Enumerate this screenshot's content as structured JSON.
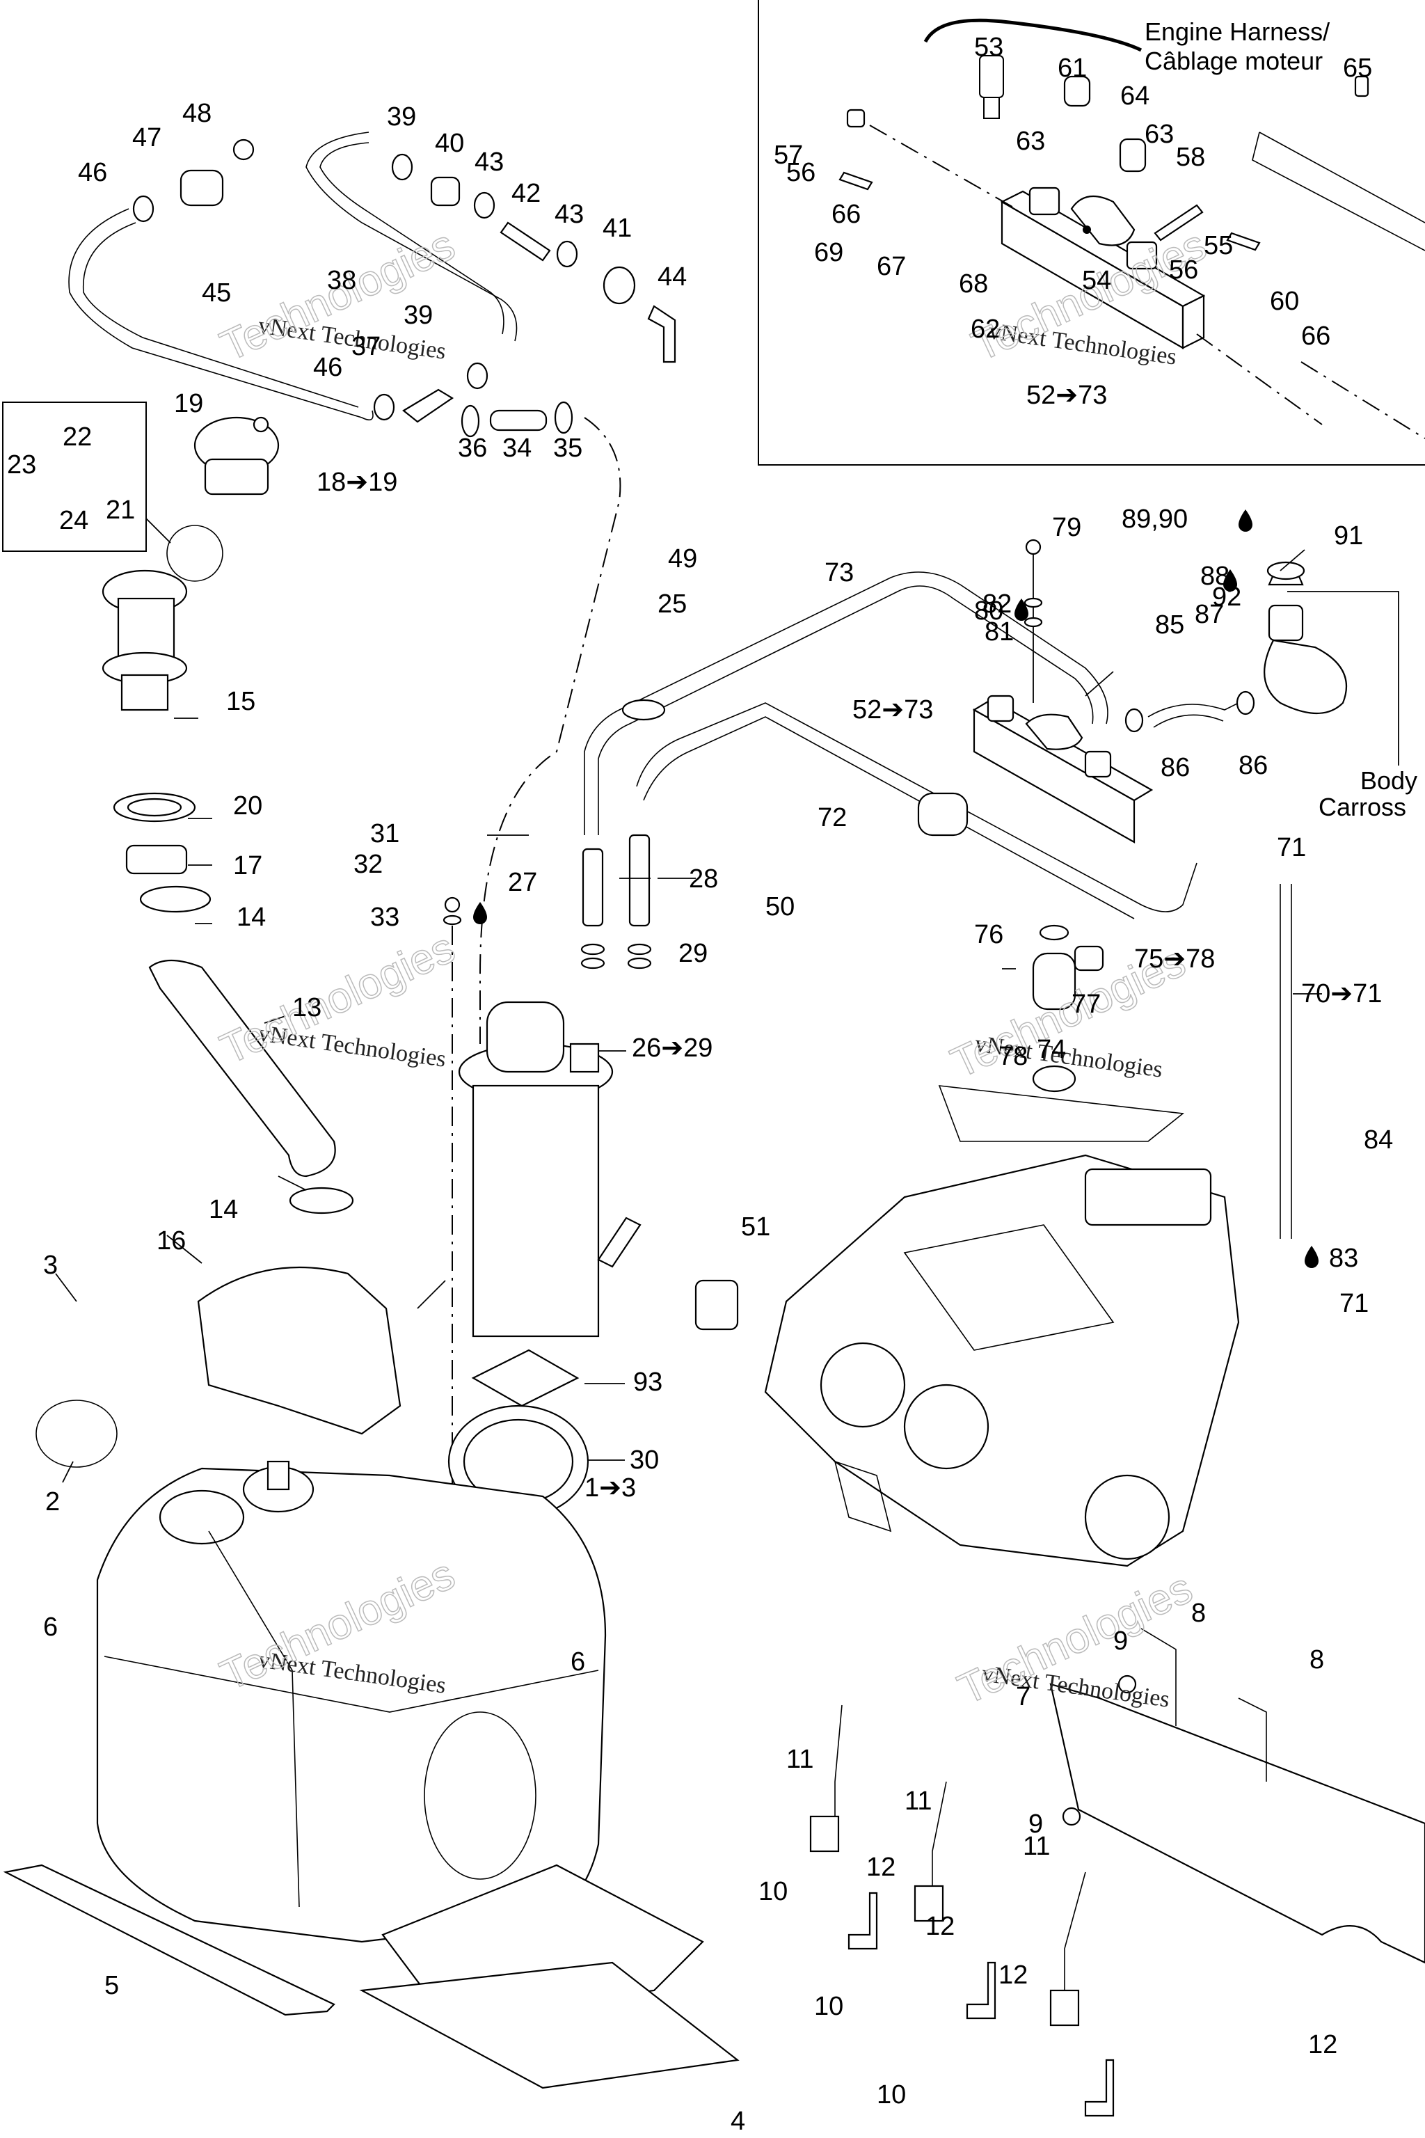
{
  "diagram": {
    "title": "Fuel System Exploded View",
    "notes": {
      "engine_harness": [
        "Engine Harness/",
        "Câblage moteur"
      ],
      "body": [
        "Body",
        "Carross"
      ]
    },
    "watermark": {
      "line1": "vNext Technologies",
      "line2": "vNext",
      "line3": "Technologies"
    },
    "callouts": [
      {
        "id": "c1",
        "text": "1➔3"
      },
      {
        "id": "c2",
        "text": "2"
      },
      {
        "id": "c3",
        "text": "3"
      },
      {
        "id": "c4",
        "text": "4"
      },
      {
        "id": "c5",
        "text": "5"
      },
      {
        "id": "c6a",
        "text": "6"
      },
      {
        "id": "c6b",
        "text": "6"
      },
      {
        "id": "c7",
        "text": "7"
      },
      {
        "id": "c8a",
        "text": "8"
      },
      {
        "id": "c8b",
        "text": "8"
      },
      {
        "id": "c9a",
        "text": "9"
      },
      {
        "id": "c9b",
        "text": "9"
      },
      {
        "id": "c10a",
        "text": "10"
      },
      {
        "id": "c10b",
        "text": "10"
      },
      {
        "id": "c10c",
        "text": "10"
      },
      {
        "id": "c11a",
        "text": "11"
      },
      {
        "id": "c11b",
        "text": "11"
      },
      {
        "id": "c11c",
        "text": "11"
      },
      {
        "id": "c12a",
        "text": "12"
      },
      {
        "id": "c12b",
        "text": "12"
      },
      {
        "id": "c12c",
        "text": "12"
      },
      {
        "id": "c12d",
        "text": "12"
      },
      {
        "id": "c13",
        "text": "13"
      },
      {
        "id": "c14a",
        "text": "14"
      },
      {
        "id": "c14b",
        "text": "14"
      },
      {
        "id": "c15",
        "text": "15"
      },
      {
        "id": "c16",
        "text": "16"
      },
      {
        "id": "c17",
        "text": "17"
      },
      {
        "id": "c18",
        "text": "18➔19"
      },
      {
        "id": "c19",
        "text": "19"
      },
      {
        "id": "c20",
        "text": "20"
      },
      {
        "id": "c21",
        "text": "21"
      },
      {
        "id": "c22",
        "text": "22"
      },
      {
        "id": "c23",
        "text": "23"
      },
      {
        "id": "c24",
        "text": "24"
      },
      {
        "id": "c25",
        "text": "25"
      },
      {
        "id": "c26",
        "text": "26➔29"
      },
      {
        "id": "c27",
        "text": "27"
      },
      {
        "id": "c28",
        "text": "28"
      },
      {
        "id": "c29",
        "text": "29"
      },
      {
        "id": "c30",
        "text": "30"
      },
      {
        "id": "c31",
        "text": "31"
      },
      {
        "id": "c32",
        "text": "32"
      },
      {
        "id": "c33",
        "text": "33"
      },
      {
        "id": "c34",
        "text": "34"
      },
      {
        "id": "c35",
        "text": "35"
      },
      {
        "id": "c36",
        "text": "36"
      },
      {
        "id": "c37",
        "text": "37"
      },
      {
        "id": "c38",
        "text": "38"
      },
      {
        "id": "c39a",
        "text": "39"
      },
      {
        "id": "c39b",
        "text": "39"
      },
      {
        "id": "c40",
        "text": "40"
      },
      {
        "id": "c41",
        "text": "41"
      },
      {
        "id": "c42",
        "text": "42"
      },
      {
        "id": "c43a",
        "text": "43"
      },
      {
        "id": "c43b",
        "text": "43"
      },
      {
        "id": "c44",
        "text": "44"
      },
      {
        "id": "c45",
        "text": "45"
      },
      {
        "id": "c46a",
        "text": "46"
      },
      {
        "id": "c46b",
        "text": "46"
      },
      {
        "id": "c47",
        "text": "47"
      },
      {
        "id": "c48",
        "text": "48"
      },
      {
        "id": "c49",
        "text": "49"
      },
      {
        "id": "c50",
        "text": "50"
      },
      {
        "id": "c51",
        "text": "51"
      },
      {
        "id": "c52a",
        "text": "52➔73"
      },
      {
        "id": "c52b",
        "text": "52➔73"
      },
      {
        "id": "c53",
        "text": "53"
      },
      {
        "id": "c54",
        "text": "54"
      },
      {
        "id": "c55",
        "text": "55"
      },
      {
        "id": "c56a",
        "text": "56"
      },
      {
        "id": "c56b",
        "text": "56"
      },
      {
        "id": "c57",
        "text": "57"
      },
      {
        "id": "c58",
        "text": "58"
      },
      {
        "id": "c60",
        "text": "60"
      },
      {
        "id": "c61",
        "text": "61"
      },
      {
        "id": "c62",
        "text": "62"
      },
      {
        "id": "c63a",
        "text": "63"
      },
      {
        "id": "c63b",
        "text": "63"
      },
      {
        "id": "c64",
        "text": "64"
      },
      {
        "id": "c65",
        "text": "65"
      },
      {
        "id": "c66a",
        "text": "66"
      },
      {
        "id": "c66b",
        "text": "66"
      },
      {
        "id": "c67",
        "text": "67"
      },
      {
        "id": "c68",
        "text": "68"
      },
      {
        "id": "c69",
        "text": "69"
      },
      {
        "id": "c70",
        "text": "70➔71"
      },
      {
        "id": "c71a",
        "text": "71"
      },
      {
        "id": "c71b",
        "text": "71"
      },
      {
        "id": "c72",
        "text": "72"
      },
      {
        "id": "c73",
        "text": "73"
      },
      {
        "id": "c74",
        "text": "74"
      },
      {
        "id": "c75",
        "text": "75➔78"
      },
      {
        "id": "c76",
        "text": "76"
      },
      {
        "id": "c77",
        "text": "77"
      },
      {
        "id": "c78",
        "text": "78"
      },
      {
        "id": "c79",
        "text": "79"
      },
      {
        "id": "c80",
        "text": "80"
      },
      {
        "id": "c81",
        "text": "81"
      },
      {
        "id": "c82",
        "text": "82"
      },
      {
        "id": "c83",
        "text": "83"
      },
      {
        "id": "c84",
        "text": "84"
      },
      {
        "id": "c85",
        "text": "85"
      },
      {
        "id": "c86a",
        "text": "86"
      },
      {
        "id": "c86b",
        "text": "86"
      },
      {
        "id": "c87",
        "text": "87"
      },
      {
        "id": "c88",
        "text": "88"
      },
      {
        "id": "c89",
        "text": "89,90"
      },
      {
        "id": "c91",
        "text": "91"
      },
      {
        "id": "c92",
        "text": "92"
      },
      {
        "id": "c93",
        "text": "93"
      }
    ],
    "sealant_marked_items": [
      "32",
      "80",
      "83",
      "89,90",
      "92"
    ]
  }
}
